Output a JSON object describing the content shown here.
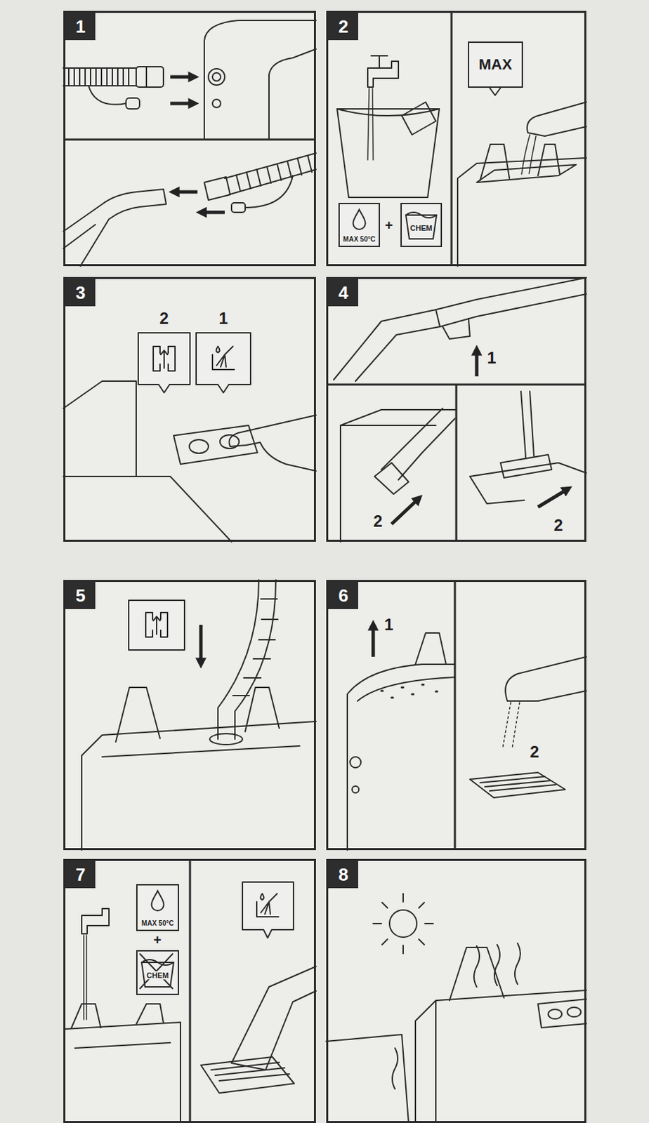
{
  "diagram": {
    "nodes": [
      {
        "text": [
          "1"
        ]
      },
      {
        "text": [
          "2"
        ]
      },
      {
        "text": [
          "MAX 50°C"
        ],
        "in": 1
      },
      {
        "text": [
          "CHEM"
        ],
        "in": 1
      },
      {
        "text": [
          "MAX"
        ],
        "in": 1
      },
      {
        "text": [
          "3"
        ]
      },
      {
        "text": [
          "4"
        ]
      },
      {
        "text": [
          "5"
        ]
      },
      {
        "text": [
          "6"
        ]
      },
      {
        "text": [
          "7"
        ]
      },
      {
        "text": [
          "MAX 50°C"
        ],
        "in": 9
      },
      {
        "text": [
          "CHEM"
        ],
        "in": 9
      },
      {
        "text": [
          "8"
        ]
      }
    ],
    "labels": [
      "+",
      "2",
      "1",
      "1",
      "2",
      "2",
      "1",
      "2",
      "+"
    ]
  }
}
